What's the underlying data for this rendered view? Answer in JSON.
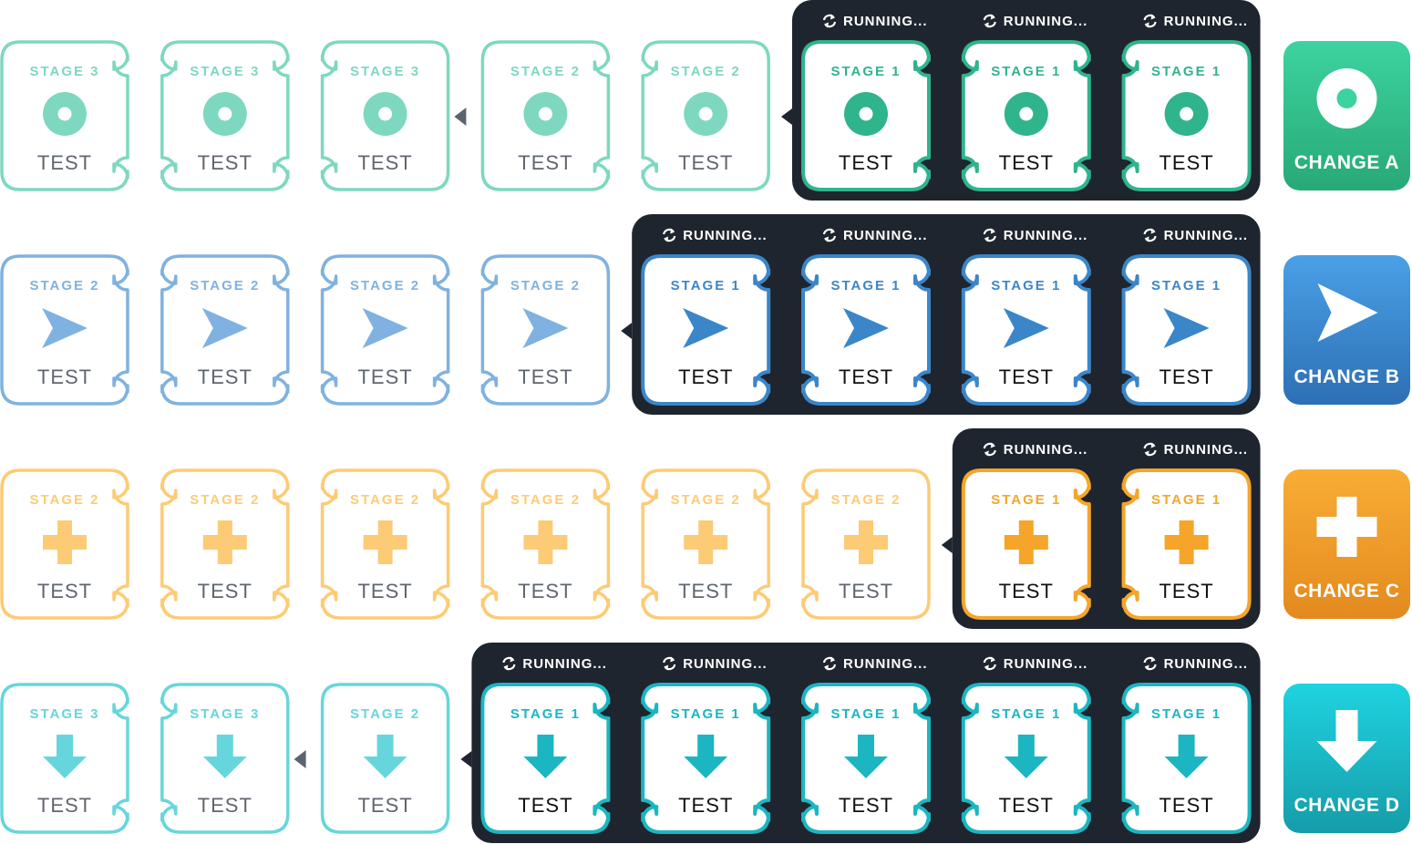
{
  "colors": {
    "panel": "#1f252e",
    "arrow": "#5c6370",
    "pending_text": "#5f6670",
    "active_text": "#111111"
  },
  "rows": [
    {
      "id": "change-a",
      "shape": "circle",
      "accent": "#2fb48c",
      "pending_accent": "#7ed8bf",
      "button": {
        "label": "CHANGE A",
        "icon": "circle-icon",
        "color_top": "#3dd39f",
        "color_bottom": "#27a977"
      },
      "groups": [
        {
          "tiles": [
            {
              "stage": "STAGE 3",
              "label": "TEST",
              "running": false
            },
            {
              "stage": "STAGE 3",
              "label": "TEST",
              "running": false
            },
            {
              "stage": "STAGE 3",
              "label": "TEST",
              "running": false
            }
          ]
        },
        {
          "tiles": [
            {
              "stage": "STAGE 2",
              "label": "TEST",
              "running": false
            },
            {
              "stage": "STAGE 2",
              "label": "TEST",
              "running": false
            }
          ]
        },
        {
          "tiles": [
            {
              "stage": "STAGE 1",
              "label": "TEST",
              "running": true,
              "status": "RUNNING..."
            },
            {
              "stage": "STAGE 1",
              "label": "TEST",
              "running": true,
              "status": "RUNNING..."
            },
            {
              "stage": "STAGE 1",
              "label": "TEST",
              "running": true,
              "status": "RUNNING..."
            }
          ]
        }
      ]
    },
    {
      "id": "change-b",
      "shape": "play",
      "accent": "#3b86c9",
      "pending_accent": "#7fb2e0",
      "button": {
        "label": "CHANGE B",
        "icon": "play-icon",
        "color_top": "#4aa0e6",
        "color_bottom": "#2d6fb4"
      },
      "groups": [
        {
          "tiles": [
            {
              "stage": "STAGE 2",
              "label": "TEST",
              "running": false
            },
            {
              "stage": "STAGE 2",
              "label": "TEST",
              "running": false
            },
            {
              "stage": "STAGE 2",
              "label": "TEST",
              "running": false
            },
            {
              "stage": "STAGE 2",
              "label": "TEST",
              "running": false
            }
          ]
        },
        {
          "tiles": [
            {
              "stage": "STAGE 1",
              "label": "TEST",
              "running": true,
              "status": "RUNNING..."
            },
            {
              "stage": "STAGE 1",
              "label": "TEST",
              "running": true,
              "status": "RUNNING..."
            },
            {
              "stage": "STAGE 1",
              "label": "TEST",
              "running": true,
              "status": "RUNNING..."
            },
            {
              "stage": "STAGE 1",
              "label": "TEST",
              "running": true,
              "status": "RUNNING..."
            }
          ]
        }
      ]
    },
    {
      "id": "change-c",
      "shape": "plus",
      "accent": "#f5a52a",
      "pending_accent": "#fdcb75",
      "button": {
        "label": "CHANGE C",
        "icon": "plus-icon",
        "color_top": "#f8ad35",
        "color_bottom": "#e38a1f"
      },
      "groups": [
        {
          "tiles": [
            {
              "stage": "STAGE 2",
              "label": "TEST",
              "running": false
            },
            {
              "stage": "STAGE 2",
              "label": "TEST",
              "running": false
            },
            {
              "stage": "STAGE 2",
              "label": "TEST",
              "running": false
            },
            {
              "stage": "STAGE 2",
              "label": "TEST",
              "running": false
            },
            {
              "stage": "STAGE 2",
              "label": "TEST",
              "running": false
            },
            {
              "stage": "STAGE 2",
              "label": "TEST",
              "running": false
            }
          ]
        },
        {
          "tiles": [
            {
              "stage": "STAGE 1",
              "label": "TEST",
              "running": true,
              "status": "RUNNING..."
            },
            {
              "stage": "STAGE 1",
              "label": "TEST",
              "running": true,
              "status": "RUNNING..."
            }
          ]
        }
      ]
    },
    {
      "id": "change-d",
      "shape": "arrow-down",
      "accent": "#1bb6c1",
      "pending_accent": "#67d6dc",
      "button": {
        "label": "CHANGE D",
        "icon": "arrow-down-icon",
        "color_top": "#1fd3e0",
        "color_bottom": "#169ca9"
      },
      "groups": [
        {
          "tiles": [
            {
              "stage": "STAGE 3",
              "label": "TEST",
              "running": false
            },
            {
              "stage": "STAGE 3",
              "label": "TEST",
              "running": false
            }
          ]
        },
        {
          "tiles": [
            {
              "stage": "STAGE 2",
              "label": "TEST",
              "running": false
            }
          ]
        },
        {
          "tiles": [
            {
              "stage": "STAGE 1",
              "label": "TEST",
              "running": true,
              "status": "RUNNING..."
            },
            {
              "stage": "STAGE 1",
              "label": "TEST",
              "running": true,
              "status": "RUNNING..."
            },
            {
              "stage": "STAGE 1",
              "label": "TEST",
              "running": true,
              "status": "RUNNING..."
            },
            {
              "stage": "STAGE 1",
              "label": "TEST",
              "running": true,
              "status": "RUNNING..."
            },
            {
              "stage": "STAGE 1",
              "label": "TEST",
              "running": true,
              "status": "RUNNING..."
            }
          ]
        }
      ]
    }
  ]
}
